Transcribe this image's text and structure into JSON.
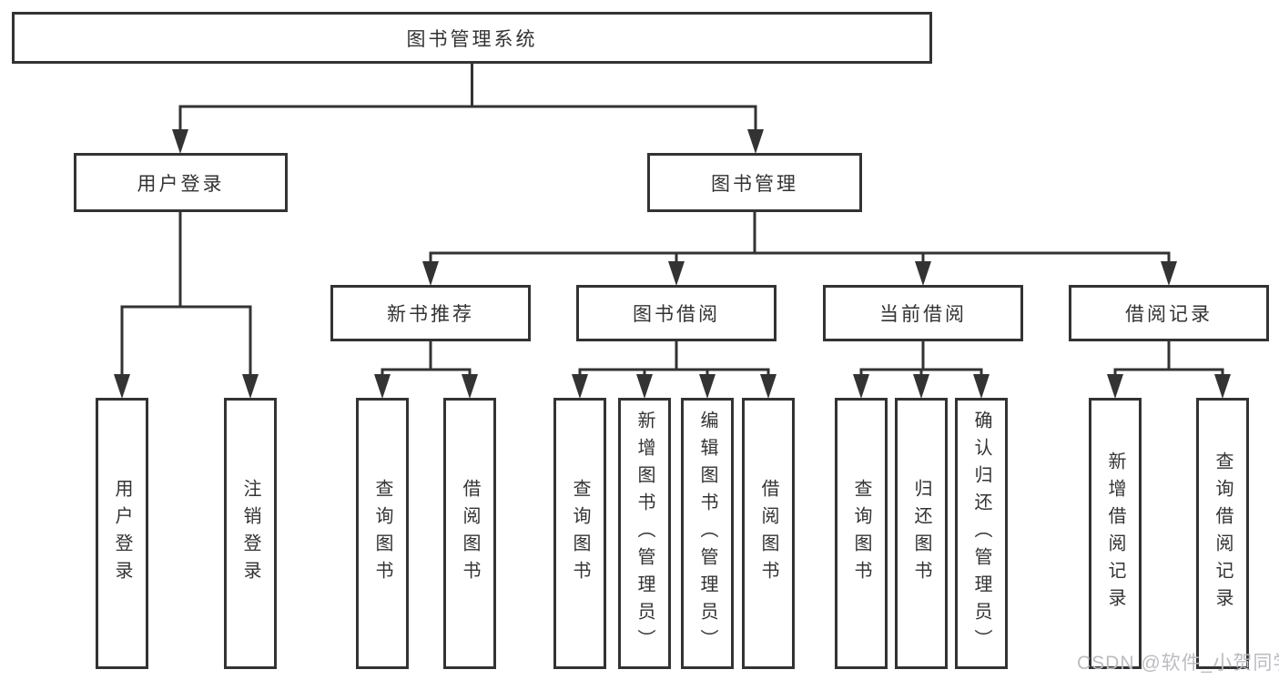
{
  "diagram": {
    "root": {
      "label": "图书管理系统"
    },
    "branches": [
      {
        "label": "用户登录",
        "children": [
          "用户登录",
          "注销登录"
        ]
      },
      {
        "label": "图书管理",
        "groups": [
          {
            "label": "新书推荐",
            "children": [
              "查询图书",
              "借阅图书"
            ]
          },
          {
            "label": "图书借阅",
            "children": [
              "查询图书",
              "新增图书（管理员）",
              "编辑图书（管理员）",
              "借阅图书"
            ]
          },
          {
            "label": "当前借阅",
            "children": [
              "查询图书",
              "归还图书",
              "确认归还（管理员）"
            ]
          },
          {
            "label": "借阅记录",
            "children": [
              "新增借阅记录",
              "查询借阅记录"
            ]
          }
        ]
      }
    ]
  },
  "watermark": "CSDN @软件_小贺同学",
  "colors": {
    "line": "#333333",
    "text": "#333333",
    "box_bg": "#ffffff",
    "watermark": "#babcc0"
  }
}
